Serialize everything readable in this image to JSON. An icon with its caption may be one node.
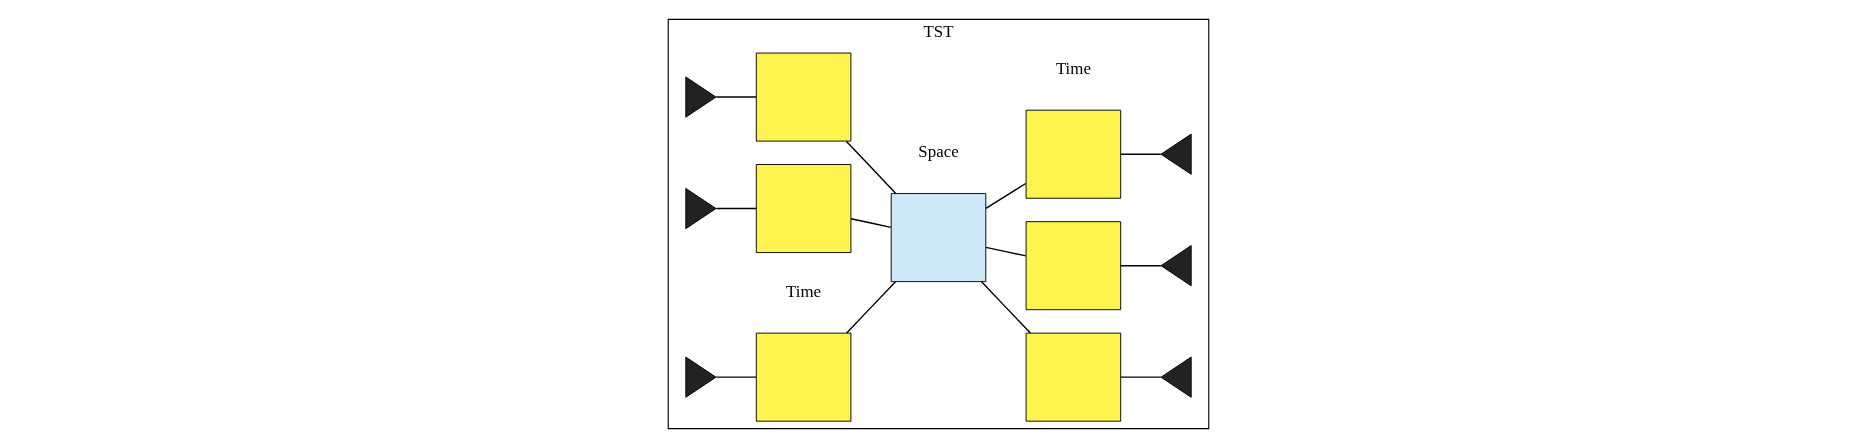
{
  "diagram": {
    "nodes": [
      {
        "text": [
          "TST"
        ]
      },
      {
        "text": [],
        "shape": "triangle",
        "in": 0
      },
      {
        "text": [],
        "shape": "triangle",
        "in": 0
      },
      {
        "text": [],
        "shape": "triangle",
        "in": 0
      },
      {
        "text": [],
        "shape": "box",
        "in": 0
      },
      {
        "text": [],
        "shape": "box",
        "in": 0
      },
      {
        "text": [],
        "shape": "box",
        "in": 0
      },
      {
        "text": [],
        "shape": "box",
        "in": 0
      },
      {
        "text": [],
        "shape": "box",
        "in": 0
      },
      {
        "text": [],
        "shape": "box",
        "in": 0
      },
      {
        "text": [],
        "shape": "box",
        "in": 0
      },
      {
        "text": [],
        "shape": "triangle",
        "in": 0
      },
      {
        "text": [],
        "shape": "triangle",
        "in": 0
      },
      {
        "text": [],
        "shape": "triangle",
        "in": 0
      }
    ],
    "edges": [
      {
        "from": 1,
        "to": 4,
        "arrow": "none"
      },
      {
        "from": 2,
        "to": 5,
        "arrow": "none"
      },
      {
        "from": 3,
        "to": 6,
        "arrow": "none"
      },
      {
        "from": 4,
        "to": 7,
        "arrow": "none"
      },
      {
        "from": 5,
        "to": 7,
        "arrow": "none"
      },
      {
        "from": 6,
        "to": 7,
        "arrow": "none"
      },
      {
        "from": 7,
        "to": 8,
        "arrow": "none"
      },
      {
        "from": 7,
        "to": 9,
        "arrow": "none"
      },
      {
        "from": 7,
        "to": 10,
        "arrow": "none"
      },
      {
        "from": 8,
        "to": 11,
        "arrow": "none"
      },
      {
        "from": 9,
        "to": 12,
        "arrow": "none"
      },
      {
        "from": 10,
        "to": 13,
        "arrow": "none"
      }
    ],
    "labels": [
      "Time",
      "Space",
      "Time"
    ]
  }
}
